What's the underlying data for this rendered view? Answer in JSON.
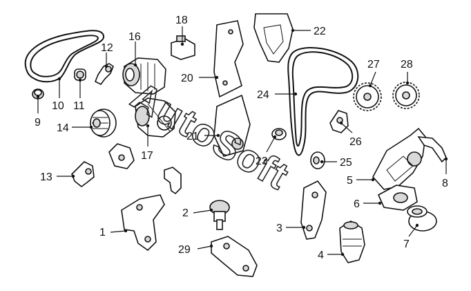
{
  "watermark": {
    "text": "AutoSoft"
  },
  "callouts": [
    "1",
    "2",
    "3",
    "4",
    "5",
    "6",
    "7",
    "8",
    "9",
    "10",
    "11",
    "12",
    "13",
    "14",
    "16",
    "17",
    "18",
    "20",
    "21",
    "22",
    "23",
    "24",
    "25",
    "26",
    "27",
    "28",
    "29"
  ]
}
